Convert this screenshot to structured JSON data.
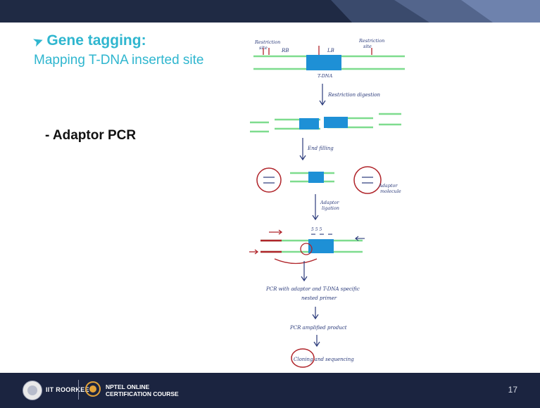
{
  "slide": {
    "title": "Gene tagging:",
    "subtitle": "Mapping T-DNA inserted site",
    "bullet": "- Adaptor PCR",
    "page_number": "17",
    "colors": {
      "header_bar": "#1f2a44",
      "title_color": "#2fb6cf",
      "tdna_blue": "#1e90d6",
      "dna_green": "#7edc8e",
      "ink_red": "#b0242a",
      "ink_blue": "#2a3a7a",
      "footer_bg": "#1b2440"
    }
  },
  "diagram": {
    "restriction_site_left": [
      "Restriction",
      "site"
    ],
    "rb": "RB",
    "lb": "LB",
    "restriction_site_right": [
      "Restriction",
      "site"
    ],
    "tdna": "T-DNA",
    "step1": "Restriction digestion",
    "step2": "End filling",
    "adaptor_molecule": [
      "Adaptor",
      "molecule"
    ],
    "step3": [
      "Adaptor",
      "ligation"
    ],
    "step4": [
      "PCR with adaptor and T-DNA specific",
      "nested primer"
    ],
    "step5": "PCR amplified product",
    "step6": "Cloning and sequencing"
  },
  "footer": {
    "institute": "IIT ROORKEE",
    "course_line1": "NPTEL ONLINE",
    "course_line2": "CERTIFICATION COURSE",
    "icons": [
      "iit-roorkee-logo-icon",
      "nptel-logo-icon"
    ]
  }
}
